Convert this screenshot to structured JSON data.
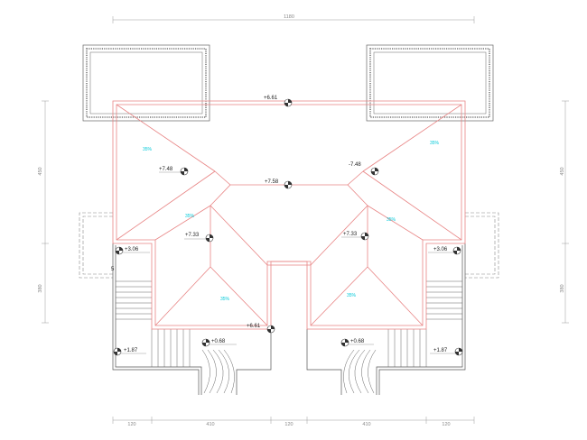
{
  "dimensions": {
    "top": "1180",
    "left": "450",
    "left_lower": "380",
    "right": "450",
    "right_lower": "380",
    "bottom": [
      "120",
      "410",
      "120",
      "410",
      "120"
    ]
  },
  "elevations": {
    "ridge_top": "+6.61",
    "ridge_mid": "+7.58",
    "left_hip": "+7.48",
    "right_hip": "-7.48",
    "left_inner": "+7.33",
    "right_inner": "+7.33",
    "center_eave": "+6.61",
    "left_terrace": "+3.06",
    "right_terrace": "+3.06",
    "left_entry": "+0.68",
    "right_entry": "+0.68",
    "left_landing": "+1.87",
    "right_landing": "+1.87"
  },
  "slopes": {
    "s1": "35%",
    "s2": "35%",
    "s3": "35%",
    "s4": "35%",
    "s5": "35%",
    "s6": "35%"
  },
  "misc": {
    "stair_marker": "5"
  }
}
